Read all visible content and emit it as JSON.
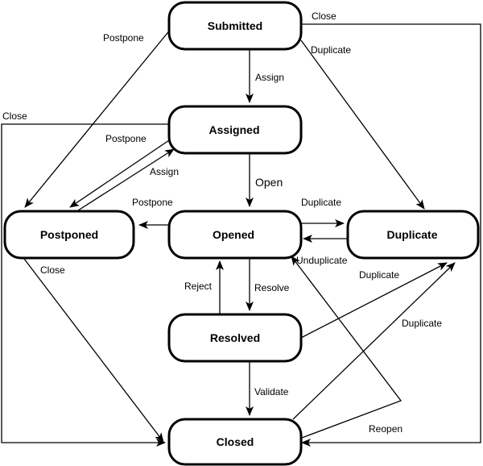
{
  "states": {
    "submitted": "Submitted",
    "assigned": "Assigned",
    "postponed": "Postponed",
    "opened": "Opened",
    "duplicate": "Duplicate",
    "resolved": "Resolved",
    "closed": "Closed"
  },
  "transitions": {
    "submitted_close": "Close",
    "submitted_postpone": "Postpone",
    "submitted_duplicate": "Duplicate",
    "submitted_assign": "Assign",
    "assigned_close": "Close",
    "assigned_postpone": "Postpone",
    "postponed_assign": "Assign",
    "assigned_open": "Open",
    "opened_postpone": "Postpone",
    "opened_duplicate": "Duplicate",
    "duplicate_unduplicate": "Unduplicate",
    "postponed_close": "Close",
    "resolved_reject": "Reject",
    "opened_resolve": "Resolve",
    "resolved_duplicate": "Duplicate",
    "closed_duplicate": "Duplicate",
    "resolved_validate": "Validate",
    "closed_reopen": "Reopen"
  }
}
